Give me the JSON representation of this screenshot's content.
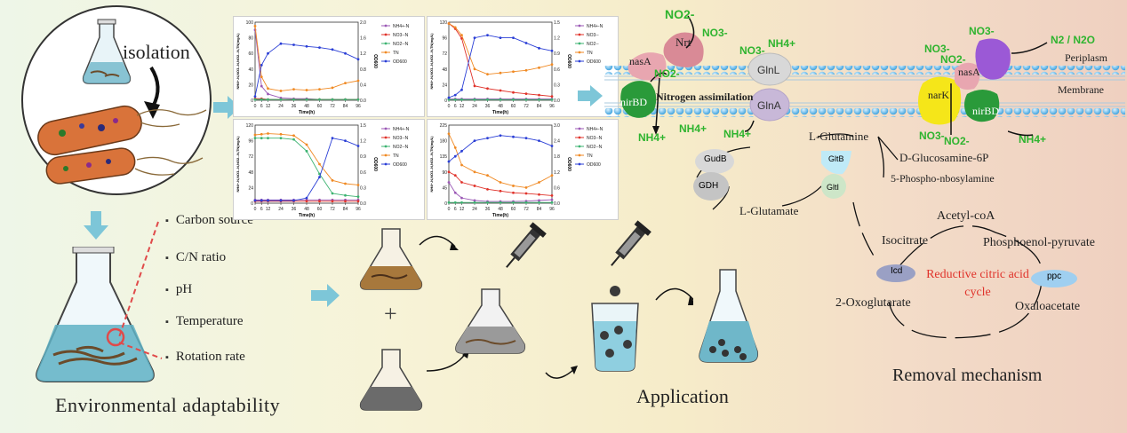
{
  "isolation": {
    "label": "isolation"
  },
  "environment": {
    "factors": [
      "Carbon source",
      "C/N ratio",
      "pH",
      "Temperature",
      "Rotation rate"
    ],
    "caption": "Environmental adaptability"
  },
  "application": {
    "caption": "Application",
    "plus": "+"
  },
  "mechanism": {
    "caption": "Removal mechanism",
    "membrane_top": "Periplasm",
    "membrane_mid": "Membrane",
    "proteins": {
      "nrt": "Nrt",
      "nasA": "nasA",
      "nirBD": "nirBD",
      "glnL": "GlnL",
      "glnA": "GlnA",
      "narK": "narK",
      "nasA2": "nasA",
      "nirBD2": "nirBD"
    },
    "ions": {
      "no2": "NO2-",
      "no3": "NO3-",
      "nh4": "NH4+",
      "n2": "N2 / N2O"
    },
    "nitrogen_assimilation": "Nitrogen assimilation",
    "metabolites": {
      "glutamine": "L-Glutamine",
      "glucosamine": "D-Glucosamine-6P",
      "phospho": "5-Phospho-nbosylamine",
      "glutamate": "L-Glutamate",
      "acetyl": "Acetyl-coA",
      "isocitrate": "Isocitrate",
      "pep": "Phosphoenol-pyruvate",
      "oxoglutarate": "2-Oxoglutarate",
      "oxaloacetate": "Oxaloacetate"
    },
    "enzymes": {
      "gudb": "GudB",
      "gdh": "GDH",
      "gltb": "GltB",
      "glti": "GltI",
      "icd": "Icd",
      "ppc": "ppc"
    },
    "cycle_label": "Reductive citric acid cycle"
  },
  "colors": {
    "accent": "#e0332b",
    "ion": "#2fb42f",
    "arrow": "#7dc6d8"
  },
  "chart_data": [
    {
      "type": "line",
      "x": [
        0,
        6,
        12,
        24,
        36,
        48,
        60,
        72,
        84,
        96
      ],
      "xlabel": "Time(h)",
      "ylabel": "NH4+-N,NO3--N,NO2--N,TN(mg/L)",
      "ylabel2": "OD600",
      "ylim": [
        0,
        100
      ],
      "y2lim": [
        0,
        2.0
      ],
      "series": [
        {
          "name": "NH4+-N",
          "color": "#9b59b6",
          "values": [
            90,
            18,
            8,
            3,
            2,
            2,
            1,
            1,
            1,
            1
          ]
        },
        {
          "name": "NO3--N",
          "color": "#e0332b",
          "values": [
            2,
            2,
            1,
            1,
            1,
            1,
            1,
            1,
            1,
            1
          ]
        },
        {
          "name": "NO2--N",
          "color": "#3cb371",
          "values": [
            1,
            1,
            1,
            1,
            1,
            1,
            1,
            1,
            1,
            1
          ]
        },
        {
          "name": "TN",
          "color": "#f08a24",
          "values": [
            95,
            30,
            15,
            12,
            14,
            13,
            14,
            16,
            22,
            25
          ]
        },
        {
          "name": "OD600",
          "color": "#2b3fd6",
          "axis": 2,
          "values": [
            0.1,
            0.9,
            1.2,
            1.45,
            1.42,
            1.38,
            1.35,
            1.3,
            1.2,
            1.05
          ]
        }
      ]
    },
    {
      "type": "line",
      "x": [
        0,
        6,
        12,
        24,
        36,
        48,
        60,
        72,
        84,
        96
      ],
      "xlabel": "Time(h)",
      "ylabel": "NH4+-N,NO3--N,NO2--N,TN(mg/L)",
      "ylabel2": "OD600",
      "ylim": [
        0,
        120
      ],
      "y2lim": [
        0,
        1.5
      ],
      "series": [
        {
          "name": "NH4+-N",
          "color": "#9b59b6",
          "values": [
            2,
            2,
            2,
            2,
            2,
            2,
            2,
            2,
            2,
            2
          ]
        },
        {
          "name": "NO3--",
          "color": "#e0332b",
          "values": [
            118,
            110,
            95,
            22,
            18,
            15,
            12,
            10,
            8,
            6
          ]
        },
        {
          "name": "NO2--",
          "color": "#3cb371",
          "values": [
            1,
            1,
            1,
            1,
            1,
            1,
            1,
            1,
            1,
            1
          ]
        },
        {
          "name": "TN",
          "color": "#f08a24",
          "values": [
            118,
            112,
            100,
            48,
            40,
            42,
            44,
            46,
            50,
            55
          ]
        },
        {
          "name": "OD600",
          "color": "#2b3fd6",
          "axis": 2,
          "values": [
            0.05,
            0.1,
            0.2,
            1.2,
            1.25,
            1.2,
            1.2,
            1.1,
            1.0,
            0.95
          ]
        }
      ]
    },
    {
      "type": "line",
      "x": [
        0,
        6,
        12,
        24,
        36,
        48,
        60,
        72,
        84,
        96
      ],
      "xlabel": "Time(h)",
      "ylabel": "NH4+-N,NO3--N,NO2--N,TN(mg/L)",
      "ylabel2": "OD600",
      "ylim": [
        0,
        120
      ],
      "y2lim": [
        0,
        1.5
      ],
      "series": [
        {
          "name": "NH4+-N",
          "color": "#9b59b6",
          "values": [
            5,
            5,
            5,
            5,
            5,
            5,
            5,
            5,
            5,
            5
          ]
        },
        {
          "name": "NO3--N",
          "color": "#e0332b",
          "values": [
            3,
            3,
            3,
            3,
            3,
            3,
            3,
            3,
            3,
            3
          ]
        },
        {
          "name": "NO2--N",
          "color": "#3cb371",
          "values": [
            100,
            100,
            100,
            100,
            98,
            80,
            45,
            15,
            12,
            10
          ]
        },
        {
          "name": "TN",
          "color": "#f08a24",
          "values": [
            105,
            106,
            107,
            106,
            104,
            90,
            60,
            35,
            30,
            28
          ]
        },
        {
          "name": "OD600",
          "color": "#2b3fd6",
          "axis": 2,
          "values": [
            0.05,
            0.05,
            0.05,
            0.05,
            0.05,
            0.1,
            0.5,
            1.25,
            1.2,
            1.1
          ]
        }
      ]
    },
    {
      "type": "line",
      "x": [
        0,
        6,
        12,
        24,
        36,
        48,
        60,
        72,
        84,
        96
      ],
      "xlabel": "Time(h)",
      "ylabel": "NH4+-N,NO3--N,NO2--N,TN(mg/L)",
      "ylabel2": "OD600",
      "ylim": [
        0,
        225
      ],
      "y2lim": [
        0,
        3
      ],
      "series": [
        {
          "name": "NH4+-N",
          "color": "#9b59b6",
          "values": [
            60,
            30,
            15,
            8,
            5,
            5,
            5,
            6,
            8,
            10
          ]
        },
        {
          "name": "NO3--N",
          "color": "#e0332b",
          "values": [
            90,
            80,
            60,
            50,
            40,
            35,
            30,
            28,
            25,
            22
          ]
        },
        {
          "name": "NO2--N",
          "color": "#3cb371",
          "values": [
            2,
            2,
            2,
            2,
            2,
            2,
            2,
            2,
            2,
            2
          ]
        },
        {
          "name": "TN",
          "color": "#f08a24",
          "values": [
            200,
            160,
            110,
            90,
            80,
            60,
            50,
            45,
            60,
            80
          ]
        },
        {
          "name": "OD600",
          "color": "#2b3fd6",
          "axis": 2,
          "values": [
            1.6,
            1.8,
            2.0,
            2.4,
            2.5,
            2.6,
            2.55,
            2.5,
            2.4,
            2.2
          ]
        }
      ]
    }
  ]
}
